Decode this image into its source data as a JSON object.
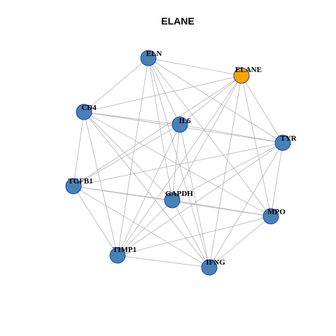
{
  "title": "ELANE",
  "colors": {
    "default_node": "#4682b4",
    "highlight_node": "#ffa500",
    "edge": "#b3b3b3",
    "node_border": "#1f3fbf"
  },
  "nodes": [
    {
      "id": "ELN",
      "label": "ELN",
      "highlight": false
    },
    {
      "id": "ELANE",
      "label": "ELANE",
      "highlight": true
    },
    {
      "id": "CD4",
      "label": "CD4",
      "highlight": false
    },
    {
      "id": "IL6",
      "label": "IL6",
      "highlight": false
    },
    {
      "id": "TYR",
      "label": "TYR",
      "highlight": false
    },
    {
      "id": "TGFB1",
      "label": "TGFB1",
      "highlight": false
    },
    {
      "id": "GAPDH",
      "label": "GAPDH",
      "highlight": false
    },
    {
      "id": "MPO",
      "label": "MPO",
      "highlight": false
    },
    {
      "id": "TIMP1",
      "label": "TIMP1",
      "highlight": false
    },
    {
      "id": "IFNG",
      "label": "IFNG",
      "highlight": false
    }
  ],
  "edges": [
    [
      "ELN",
      "ELANE"
    ],
    [
      "ELN",
      "CD4"
    ],
    [
      "ELN",
      "IL6"
    ],
    [
      "ELN",
      "TYR"
    ],
    [
      "ELN",
      "GAPDH"
    ],
    [
      "ELN",
      "MPO"
    ],
    [
      "ELN",
      "TIMP1"
    ],
    [
      "ELN",
      "IFNG"
    ],
    [
      "ELANE",
      "CD4"
    ],
    [
      "ELANE",
      "IL6"
    ],
    [
      "ELANE",
      "TYR"
    ],
    [
      "ELANE",
      "TGFB1"
    ],
    [
      "ELANE",
      "GAPDH"
    ],
    [
      "ELANE",
      "MPO"
    ],
    [
      "ELANE",
      "TIMP1"
    ],
    [
      "ELANE",
      "IFNG"
    ],
    [
      "CD4",
      "IL6"
    ],
    [
      "CD4",
      "TYR"
    ],
    [
      "CD4",
      "TGFB1"
    ],
    [
      "CD4",
      "GAPDH"
    ],
    [
      "CD4",
      "MPO"
    ],
    [
      "CD4",
      "TIMP1"
    ],
    [
      "CD4",
      "IFNG"
    ],
    [
      "IL6",
      "TYR"
    ],
    [
      "IL6",
      "TGFB1"
    ],
    [
      "IL6",
      "GAPDH"
    ],
    [
      "IL6",
      "TIMP1"
    ],
    [
      "IL6",
      "IFNG"
    ],
    [
      "TYR",
      "TGFB1"
    ],
    [
      "TYR",
      "GAPDH"
    ],
    [
      "TYR",
      "MPO"
    ],
    [
      "TYR",
      "TIMP1"
    ],
    [
      "TYR",
      "IFNG"
    ],
    [
      "TGFB1",
      "GAPDH"
    ],
    [
      "TGFB1",
      "MPO"
    ],
    [
      "TGFB1",
      "TIMP1"
    ],
    [
      "TGFB1",
      "IFNG"
    ],
    [
      "GAPDH",
      "MPO"
    ],
    [
      "GAPDH",
      "TIMP1"
    ],
    [
      "GAPDH",
      "IFNG"
    ],
    [
      "MPO",
      "TIMP1"
    ],
    [
      "MPO",
      "IFNG"
    ],
    [
      "TIMP1",
      "IFNG"
    ]
  ]
}
